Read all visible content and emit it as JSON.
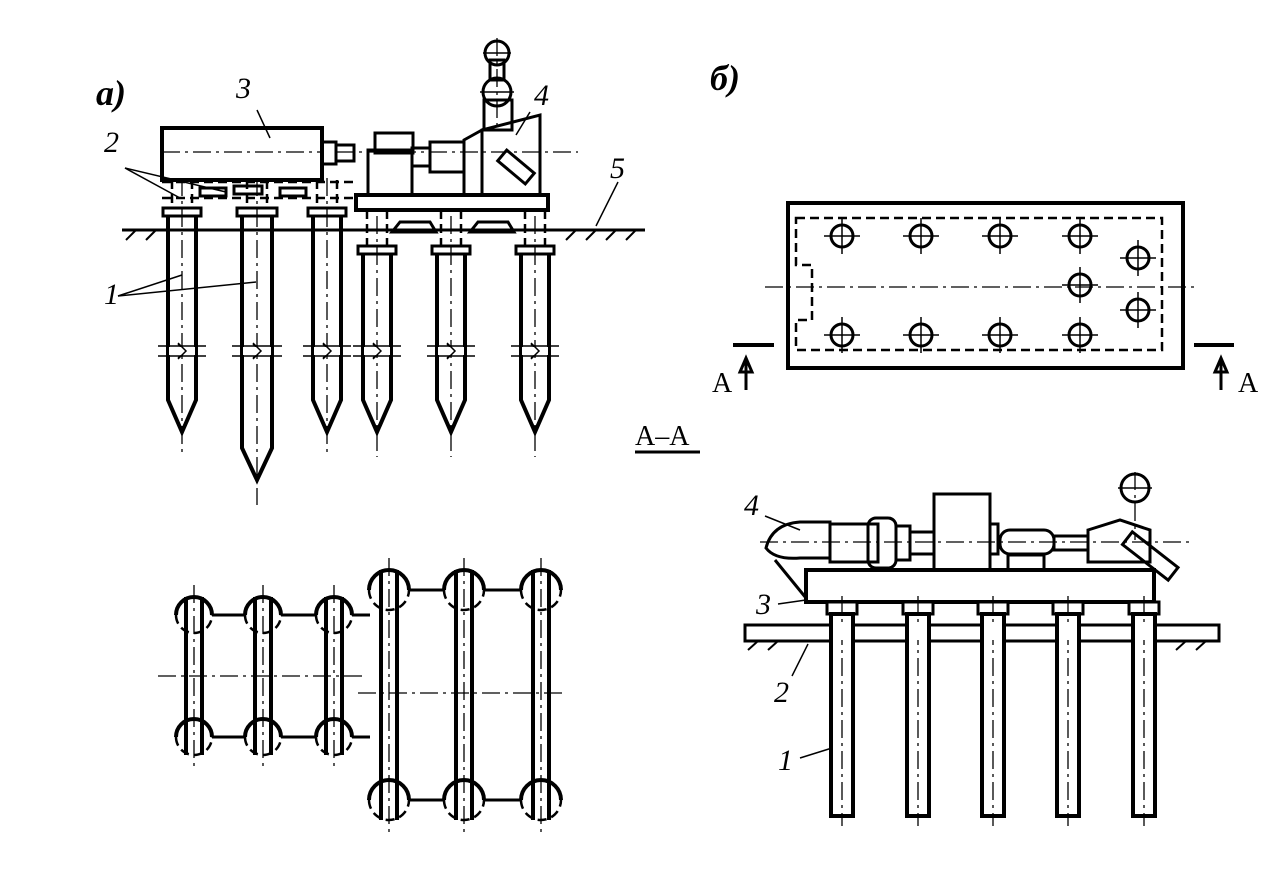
{
  "figure": {
    "panel_a_label": "а)",
    "panel_b_label": "б)",
    "section_label": "А–А",
    "cut_mark_left": "А",
    "cut_mark_right": "А",
    "caption": ""
  },
  "callouts_a": {
    "pile": "1",
    "cap_pads": "2",
    "motor": "3",
    "unit": "4",
    "ground": "5"
  },
  "callouts_b": {
    "pile": "1",
    "ground_slab": "2",
    "frame": "3",
    "unit": "4"
  }
}
